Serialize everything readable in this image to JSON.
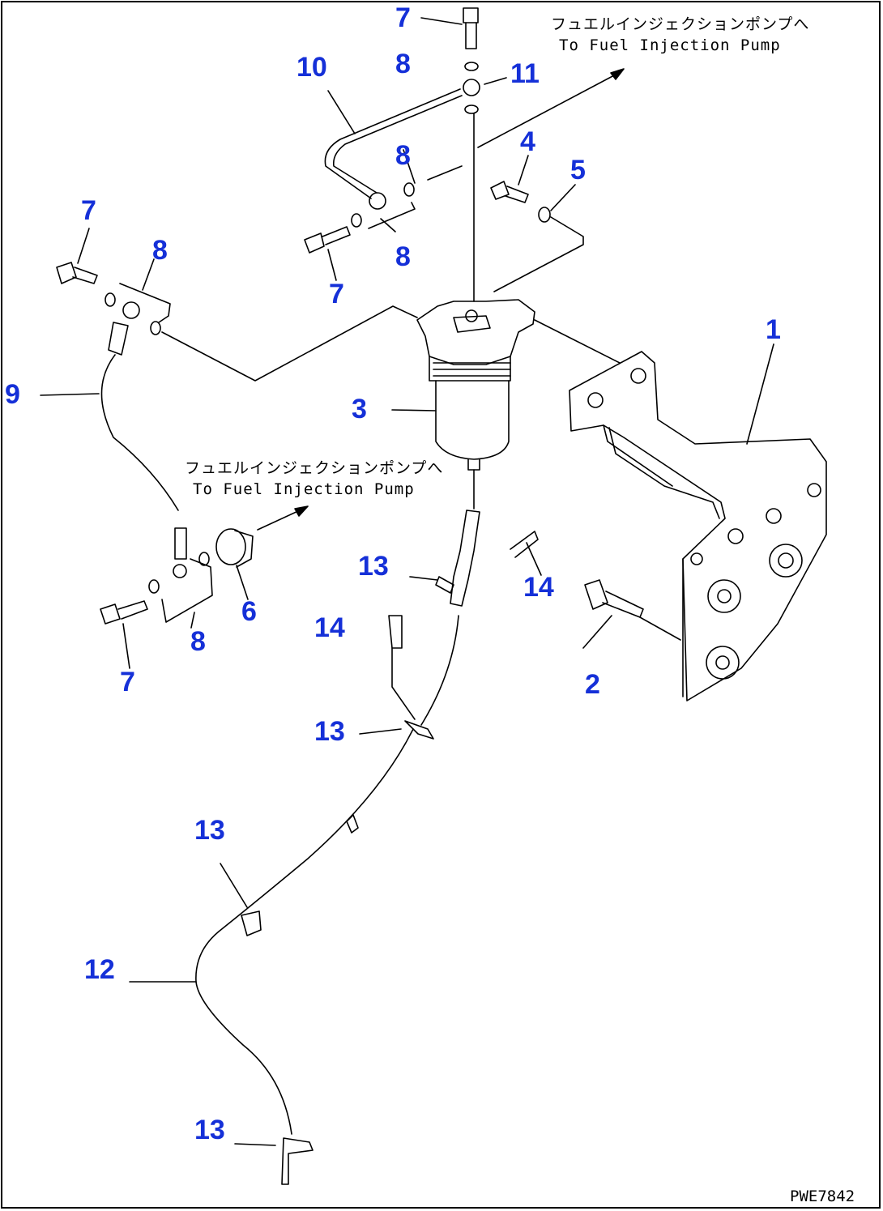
{
  "callouts": {
    "c1": "1",
    "c2": "2",
    "c3": "3",
    "c4": "4",
    "c5": "5",
    "c6": "6",
    "c7a": "7",
    "c7b": "7",
    "c7c": "7",
    "c7d": "7",
    "c8a": "8",
    "c8b": "8",
    "c8c": "8",
    "c8d": "8",
    "c8e": "8",
    "c9": "9",
    "c10": "10",
    "c11": "11",
    "c12": "12",
    "c13a": "13",
    "c13b": "13",
    "c13c": "13",
    "c13d": "13",
    "c14a": "14",
    "c14b": "14"
  },
  "notes": {
    "top_jp": "フュエルインジェクションポンプへ",
    "top_en": "To Fuel Injection Pump",
    "mid_jp": "フュエルインジェクションポンプへ",
    "mid_en": "To Fuel Injection Pump"
  },
  "drawing_code": "PWE7842"
}
